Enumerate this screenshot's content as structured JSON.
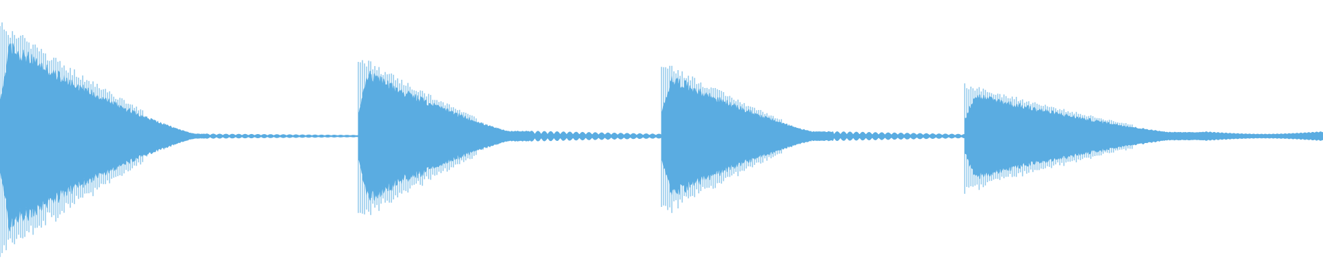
{
  "waveform": {
    "color": "#5aace1",
    "background": "#ffffff",
    "notes": [
      {
        "onset": 0.0,
        "peak": 0.88,
        "decay_end": 0.155,
        "tail_amp": 0.02,
        "tail_style": "beading"
      },
      {
        "onset": 0.271,
        "peak": 0.62,
        "decay_end": 0.4,
        "tail_amp": 0.045,
        "tail_style": "beading"
      },
      {
        "onset": 0.5,
        "peak": 0.58,
        "decay_end": 0.63,
        "tail_amp": 0.04,
        "tail_style": "beading"
      },
      {
        "onset": 0.729,
        "peak": 0.4,
        "decay_end": 0.91,
        "tail_amp": 0.035,
        "tail_style": "swell"
      }
    ]
  }
}
